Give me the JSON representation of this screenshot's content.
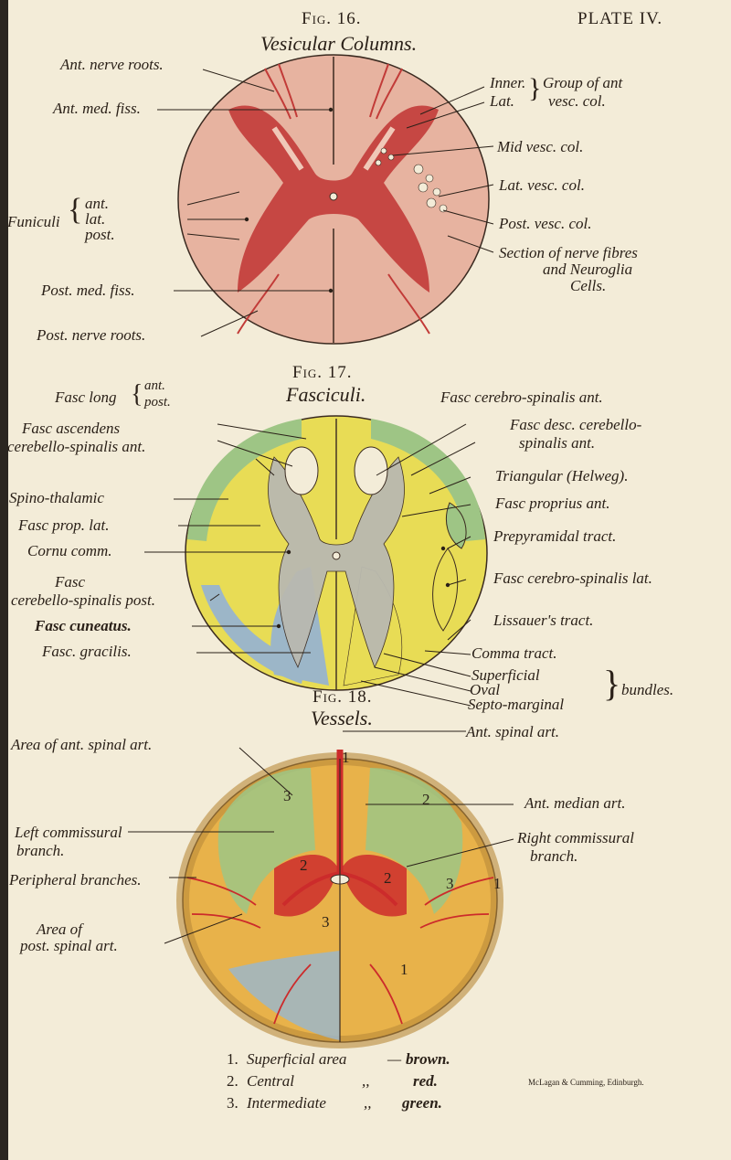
{
  "header": {
    "fig16_title": "Fig. 16.",
    "plate_label": "PLATE IV.",
    "subtitle": "Vesicular Columns."
  },
  "fig16": {
    "left_labels": {
      "ant_nerve_roots": "Ant. nerve roots.",
      "ant_med_fiss": "Ant. med. fiss.",
      "funiculi": "Funiculi",
      "ant": "ant.",
      "lat": "lat.",
      "post": "post.",
      "post_med_fiss": "Post. med. fiss.",
      "post_nerve_roots": "Post. nerve roots."
    },
    "right_labels": {
      "inner": "Inner.",
      "lat": "Lat.",
      "group_of_ant": "Group of ant",
      "vesc_col": "vesc. col.",
      "mid_vesc_col": "Mid vesc. col.",
      "lat_vesc_col": "Lat. vesc. col.",
      "post_vesc_col": "Post. vesc. col.",
      "section_line1": "Section of nerve fibres",
      "section_line2": "and Neuroglia",
      "section_line3": "Cells."
    }
  },
  "fig17": {
    "title": "Fig. 17.",
    "subtitle": "Fasciculi.",
    "left_labels": {
      "fasc_long": "Fasc long",
      "ant": "ant.",
      "post": "post.",
      "ascendens_1": "Fasc ascendens",
      "ascendens_2": "cerebello-spinalis ant.",
      "spino_thalamic": "Spino-thalamic",
      "fasc_prop_lat": "Fasc prop. lat.",
      "cornu_comm": "Cornu comm.",
      "fasc_word": "Fasc",
      "cerebello_post": "cerebello-spinalis post.",
      "cuneatus": "Fasc cuneatus.",
      "gracilis": "Fasc. gracilis."
    },
    "right_labels": {
      "cerebro_ant": "Fasc cerebro-spinalis ant.",
      "desc_1": "Fasc desc. cerebello-",
      "desc_2": "spinalis ant.",
      "triangular": "Triangular (Helweg).",
      "proprius_ant": "Fasc proprius ant.",
      "prepyramidal": "Prepyramidal tract.",
      "cerebro_lat": "Fasc cerebro-spinalis lat.",
      "lissauer": "Lissauer's tract.",
      "comma": "Comma tract.",
      "superficial": "Superficial",
      "oval": "Oval",
      "septo": "Septo-marginal",
      "bundles": "bundles."
    }
  },
  "fig18": {
    "title": "Fig. 18.",
    "subtitle": "Vessels.",
    "left_labels": {
      "area_ant": "Area of ant. spinal art.",
      "left_comm_1": "Left commissural",
      "left_comm_2": "branch.",
      "peripheral": "Peripheral branches.",
      "area_of": "Area of",
      "post_art": "post. spinal art."
    },
    "right_labels": {
      "ant_spinal": "Ant. spinal art.",
      "ant_median": "Ant. median art.",
      "right_comm_1": "Right commissural",
      "right_comm_2": "branch."
    },
    "zone_numbers": {
      "one": "1",
      "two": "2",
      "three": "3"
    },
    "legend": [
      {
        "num": "1.",
        "name": "Superficial area",
        "sep": "—",
        "color": "brown."
      },
      {
        "num": "2.",
        "name": "Central",
        "sep": ",,",
        "color": "red."
      },
      {
        "num": "3.",
        "name": "Intermediate",
        "sep": ",,",
        "color": "green."
      }
    ]
  },
  "imprint": "McLagan & Cumming, Edinburgh.",
  "colors": {
    "paper": "#f3ecd8",
    "white_matter_pink": "#e7b3a0",
    "grey_matter": "#c23b38",
    "tract_yellow": "#e8dc55",
    "tract_green": "#9ec585",
    "tract_blue": "#9cb6c8",
    "vessel_red": "#cc2b2b",
    "area_orange": "#e8b24a"
  }
}
